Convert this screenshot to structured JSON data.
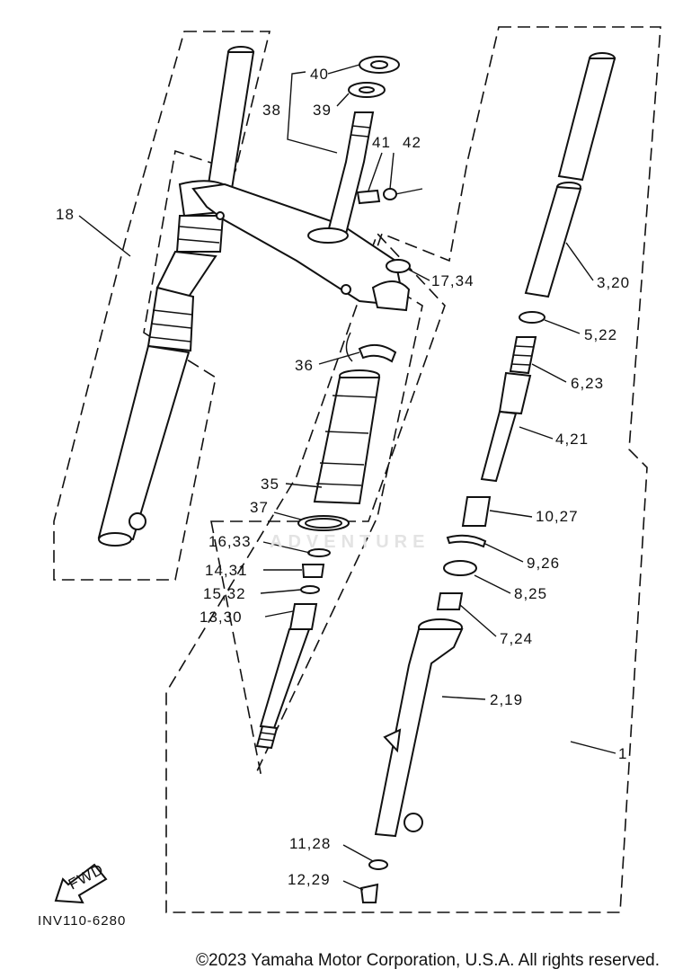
{
  "diagram": {
    "labels": {
      "p1": "1",
      "p2_19": "2,19",
      "p3_20": "3,20",
      "p4_21": "4,21",
      "p5_22": "5,22",
      "p6_23": "6,23",
      "p7_24": "7,24",
      "p8_25": "8,25",
      "p9_26": "9,26",
      "p10_27": "10,27",
      "p11_28": "11,28",
      "p12_29": "12,29",
      "p13_30": "13,30",
      "p14_31": "14,31",
      "p15_32": "15,32",
      "p16_33": "16,33",
      "p17_34": "17,34",
      "p18": "18",
      "p35": "35",
      "p36": "36",
      "p37": "37",
      "p38": "38",
      "p39": "39",
      "p40": "40",
      "p41": "41",
      "p42": "42"
    },
    "fwd_label": "FWD",
    "drawing_code": "INV110-6280",
    "watermark": "ADVENTURE"
  },
  "footer": {
    "copyright": "©2023 Yamaha Motor Corporation, U.S.A. All rights reserved."
  }
}
